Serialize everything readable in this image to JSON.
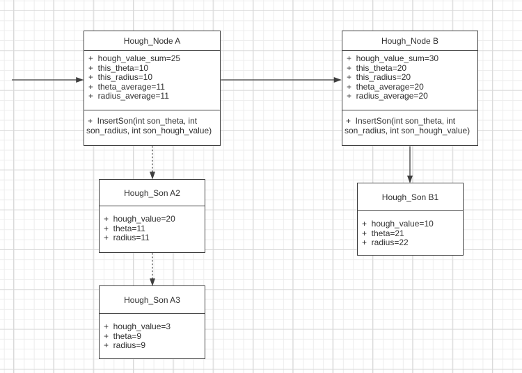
{
  "diagram": {
    "colors": {
      "box_fill": "#ffffff",
      "box_border": "#3f3f3f",
      "text": "#2f2f2f",
      "edge": "#3f3f3f",
      "grid_minor": "#ededed",
      "grid_major": "#d9d9d9"
    },
    "classes": [
      {
        "title": "Hough_Node A",
        "attributes": [
          "+  hough_value_sum=25",
          "+  this_theta=10",
          "+  this_radius=10",
          "+  theta_average=11",
          "+  radius_average=11"
        ],
        "method_line1": "+  InsertSon(int son_theta, int",
        "method_line2": "son_radius, int son_hough_value)"
      },
      {
        "title": "Hough_Node B",
        "attributes": [
          "+  hough_value_sum=30",
          "+  this_theta=20",
          "+  this_radius=20",
          "+  theta_average=20",
          "+  radius_average=20"
        ],
        "method_line1": "+  InsertSon(int son_theta, int",
        "method_line2": "son_radius, int son_hough_value)"
      },
      {
        "title": "Hough_Son A2",
        "attributes": [
          "+  hough_value=20",
          "+  theta=11",
          "+  radius=11"
        ]
      },
      {
        "title": "Hough_Son B1",
        "attributes": [
          "+  hough_value=10",
          "+  theta=21",
          "+  radius=22"
        ]
      },
      {
        "title": "Hough_Son A3",
        "attributes": [
          "+  hough_value=3",
          "+  theta=9",
          "+  radius=9"
        ]
      }
    ]
  }
}
